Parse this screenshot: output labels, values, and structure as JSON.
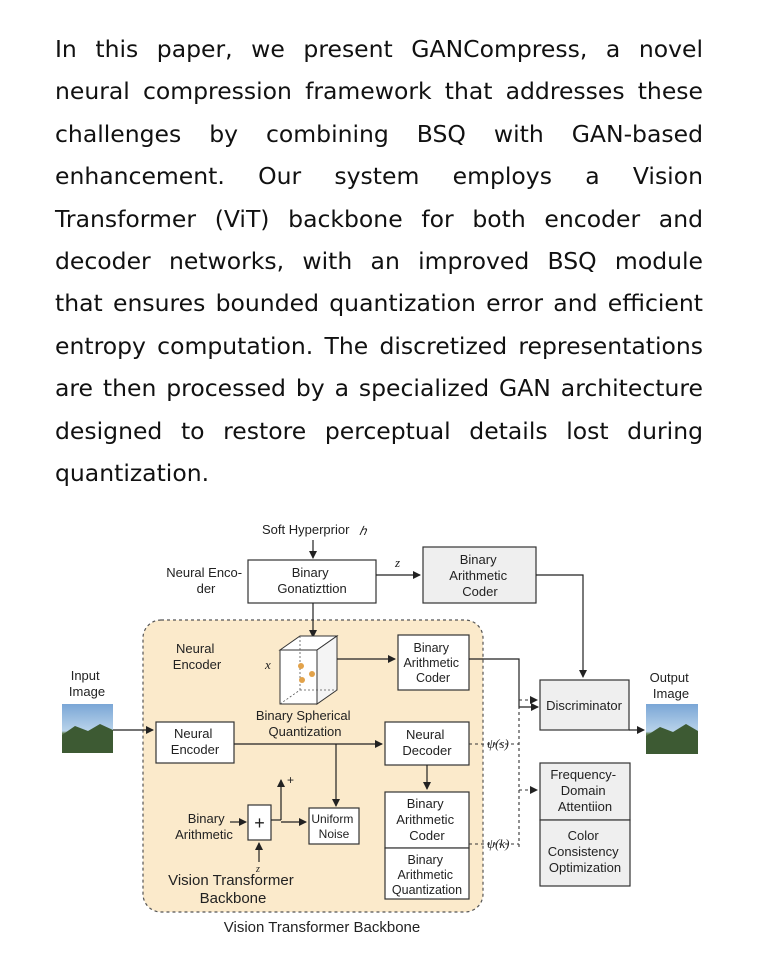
{
  "paragraph": {
    "lines": [
      "In this paper, we present GANCompress, a novel",
      "neural compression framework that addresses these",
      "challenges by combining BSQ with GAN-based",
      "enhancement. Our system employs a Vision",
      "Transformer (ViT) backbone for both encoder and",
      "decoder networks, with an improved BSQ module",
      "that ensures bounded quantization error and efficient",
      "entropy computation. The discretized representations",
      "are then processed by a specialized GAN architecture",
      "designed to restore perceptual details lost during",
      "quantization."
    ]
  },
  "figure": {
    "soft_hyperprior": "Soft Hyperprior",
    "soft_hyperprior_sym": "ℎ",
    "neural_encoder_top": [
      "Neural Enco-",
      "der"
    ],
    "binary_gonatization": [
      "Binary",
      "Gonatizttion"
    ],
    "z_label": "z",
    "bac_top": [
      "Binary",
      "Arithmetic",
      "Coder"
    ],
    "neural_encoder_panel": [
      "Neural",
      "Encoder"
    ],
    "x_label": "x",
    "bac_panel": [
      "Binary",
      "Arithmetic",
      "Coder"
    ],
    "input_image": [
      "Input",
      "Image"
    ],
    "output_image": [
      "Output",
      "Image"
    ],
    "discriminator": "Discriminator",
    "bsq_label": [
      "Binary Spherical",
      "Quantization"
    ],
    "neural_encoder_main": [
      "Neural",
      "Encoder"
    ],
    "neural_decoder": [
      "Neural",
      "Decoder"
    ],
    "psi_s": "ψ(s)",
    "psi_k": "ψ(k)",
    "plus_top": "+",
    "plus_box": "+",
    "uniform_noise": [
      "Uniform",
      "Noise"
    ],
    "binary_arithmetic_left": [
      "Binary",
      "Arithmetic"
    ],
    "z_small": "z",
    "bac_lower": [
      "Binary",
      "Arithmetic",
      "Coder"
    ],
    "baq": [
      "Binary",
      "Arithmetic",
      "Quantization"
    ],
    "vit_inside": [
      "Vision Transformer",
      "Backbone"
    ],
    "vit_caption": "Vision Transformer Backbone",
    "fda": [
      "Frequency-",
      "Domain",
      "Attentiion"
    ],
    "cco": [
      "Color",
      "Consistency",
      "Optimization"
    ]
  }
}
